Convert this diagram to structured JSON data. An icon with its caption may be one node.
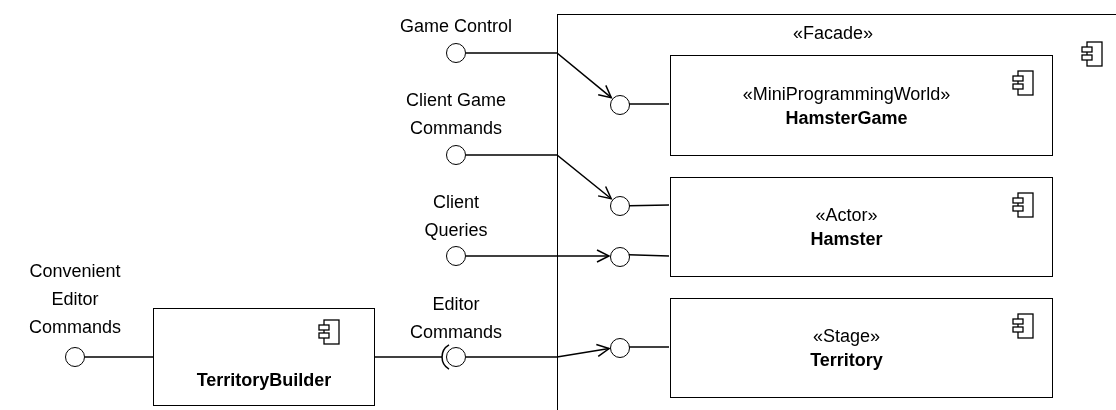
{
  "diagram": {
    "nodes": [
      {
        "text": [
          "«Facade»"
        ]
      },
      {
        "text": [
          "«MiniProgrammingWorld»",
          "HamsterGame"
        ],
        "in": 0
      },
      {
        "text": [
          "«Actor»",
          "Hamster"
        ],
        "in": 0
      },
      {
        "text": [
          "«Stage»",
          "Territory"
        ],
        "in": 0
      },
      {
        "text": [],
        "shape": "circle",
        "in": 0
      },
      {
        "text": [],
        "shape": "circle",
        "in": 0
      },
      {
        "text": [],
        "shape": "circle",
        "in": 0
      },
      {
        "text": [],
        "shape": "circle",
        "in": 0
      },
      {
        "text": [],
        "shape": "circle",
        "beside": [
          "Game Control"
        ]
      },
      {
        "text": [],
        "shape": "circle",
        "beside": [
          "Client Game Commands"
        ]
      },
      {
        "text": [],
        "shape": "circle",
        "beside": [
          "Client Queries"
        ]
      },
      {
        "text": [],
        "shape": "circle",
        "beside": [
          "Editor Commands"
        ]
      },
      {
        "text": [
          "TerritoryBuilder"
        ]
      },
      {
        "text": [],
        "shape": "circle",
        "beside": [
          "Convenient Editor Commands"
        ]
      }
    ],
    "edges": [
      {
        "from": 8,
        "to": 4,
        "arrow": "to"
      },
      {
        "from": 4,
        "to": 1,
        "arrow": "none"
      },
      {
        "from": 9,
        "to": 5,
        "arrow": "to"
      },
      {
        "from": 5,
        "to": 2,
        "arrow": "none"
      },
      {
        "from": 10,
        "to": 6,
        "arrow": "to"
      },
      {
        "from": 6,
        "to": 2,
        "arrow": "none"
      },
      {
        "from": 11,
        "to": 7,
        "arrow": "to"
      },
      {
        "from": 7,
        "to": 3,
        "arrow": "none"
      },
      {
        "from": 13,
        "to": 12,
        "arrow": "none"
      },
      {
        "from": 12,
        "to": 11,
        "arrow": "other"
      }
    ]
  }
}
